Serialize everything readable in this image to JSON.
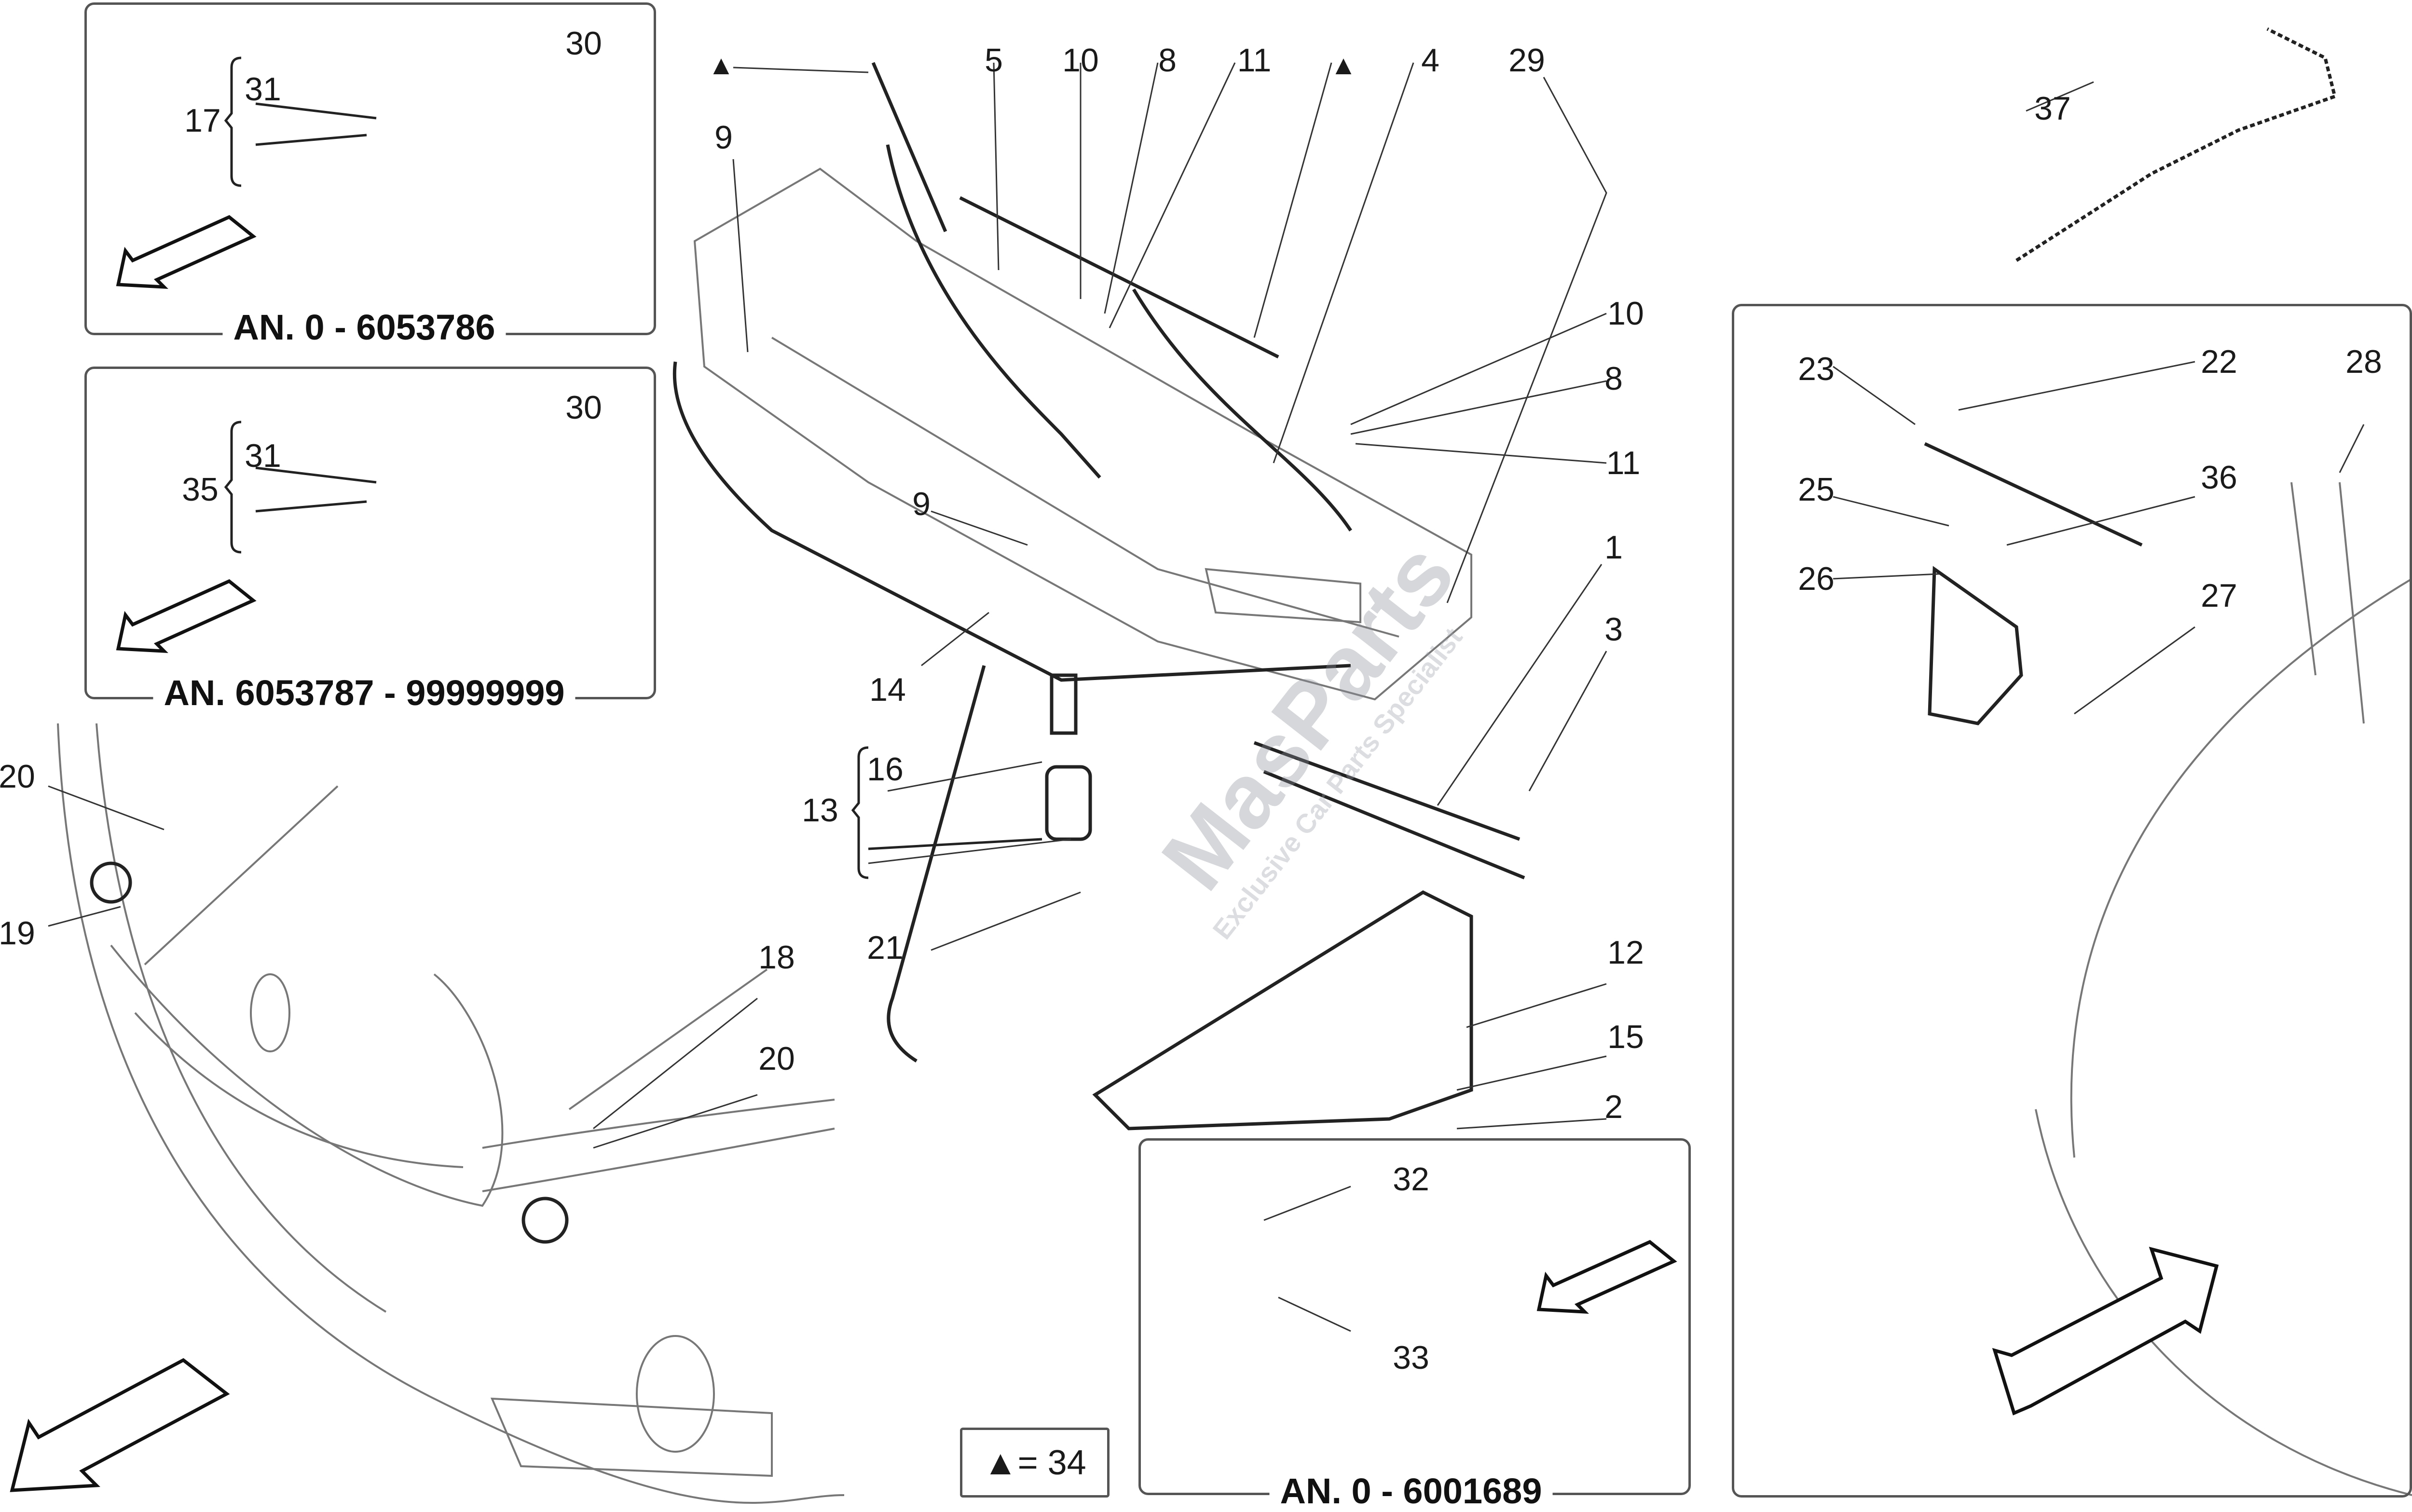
{
  "diagram": {
    "title": "Windscreen wiper / washer system exploded parts diagram",
    "watermark": {
      "brand": "MasParts",
      "tagline": "Exclusive Car Parts Specialist"
    },
    "legend": {
      "symbol": "▲",
      "text": "= 34"
    },
    "insets": [
      {
        "id": "inset-top-left",
        "title": "AN. 0 - 6053786",
        "group_label": "17",
        "parts": [
          "31",
          "30"
        ]
      },
      {
        "id": "inset-middle-left",
        "title": "AN. 6053787 - 99999999",
        "group_label": "35",
        "parts": [
          "31",
          "30"
        ]
      },
      {
        "id": "inset-bottom-center",
        "title": "AN. 0 - 6001689",
        "parts": [
          "32",
          "33"
        ]
      },
      {
        "id": "inset-rear-wiper",
        "title": "",
        "parts": [
          "23",
          "22",
          "28",
          "25",
          "36",
          "26",
          "27"
        ]
      }
    ],
    "main_labels": {
      "tri_a": "▲",
      "p5": "5",
      "p10a": "10",
      "p8a": "8",
      "p11a": "11",
      "tri_b": "▲",
      "p4": "4",
      "p29": "29",
      "p9a": "9",
      "p9b": "9",
      "p10b": "10",
      "p8b": "8",
      "p11b": "11",
      "p1": "1",
      "p3": "3",
      "p14": "14",
      "p16": "16",
      "p13": "13",
      "p21": "21",
      "p12": "12",
      "p15": "15",
      "p2": "2",
      "p37": "37",
      "p20a": "20",
      "p19": "19",
      "p18": "18",
      "p20b": "20"
    },
    "inset_labels": {
      "i1_31": "31",
      "i1_30": "30",
      "i1_17": "17",
      "i2_31": "31",
      "i2_30": "30",
      "i2_35": "35",
      "i3_32": "32",
      "i3_33": "33",
      "i4_23": "23",
      "i4_22": "22",
      "i4_28": "28",
      "i4_25": "25",
      "i4_36": "36",
      "i4_26": "26",
      "i4_27": "27"
    }
  }
}
